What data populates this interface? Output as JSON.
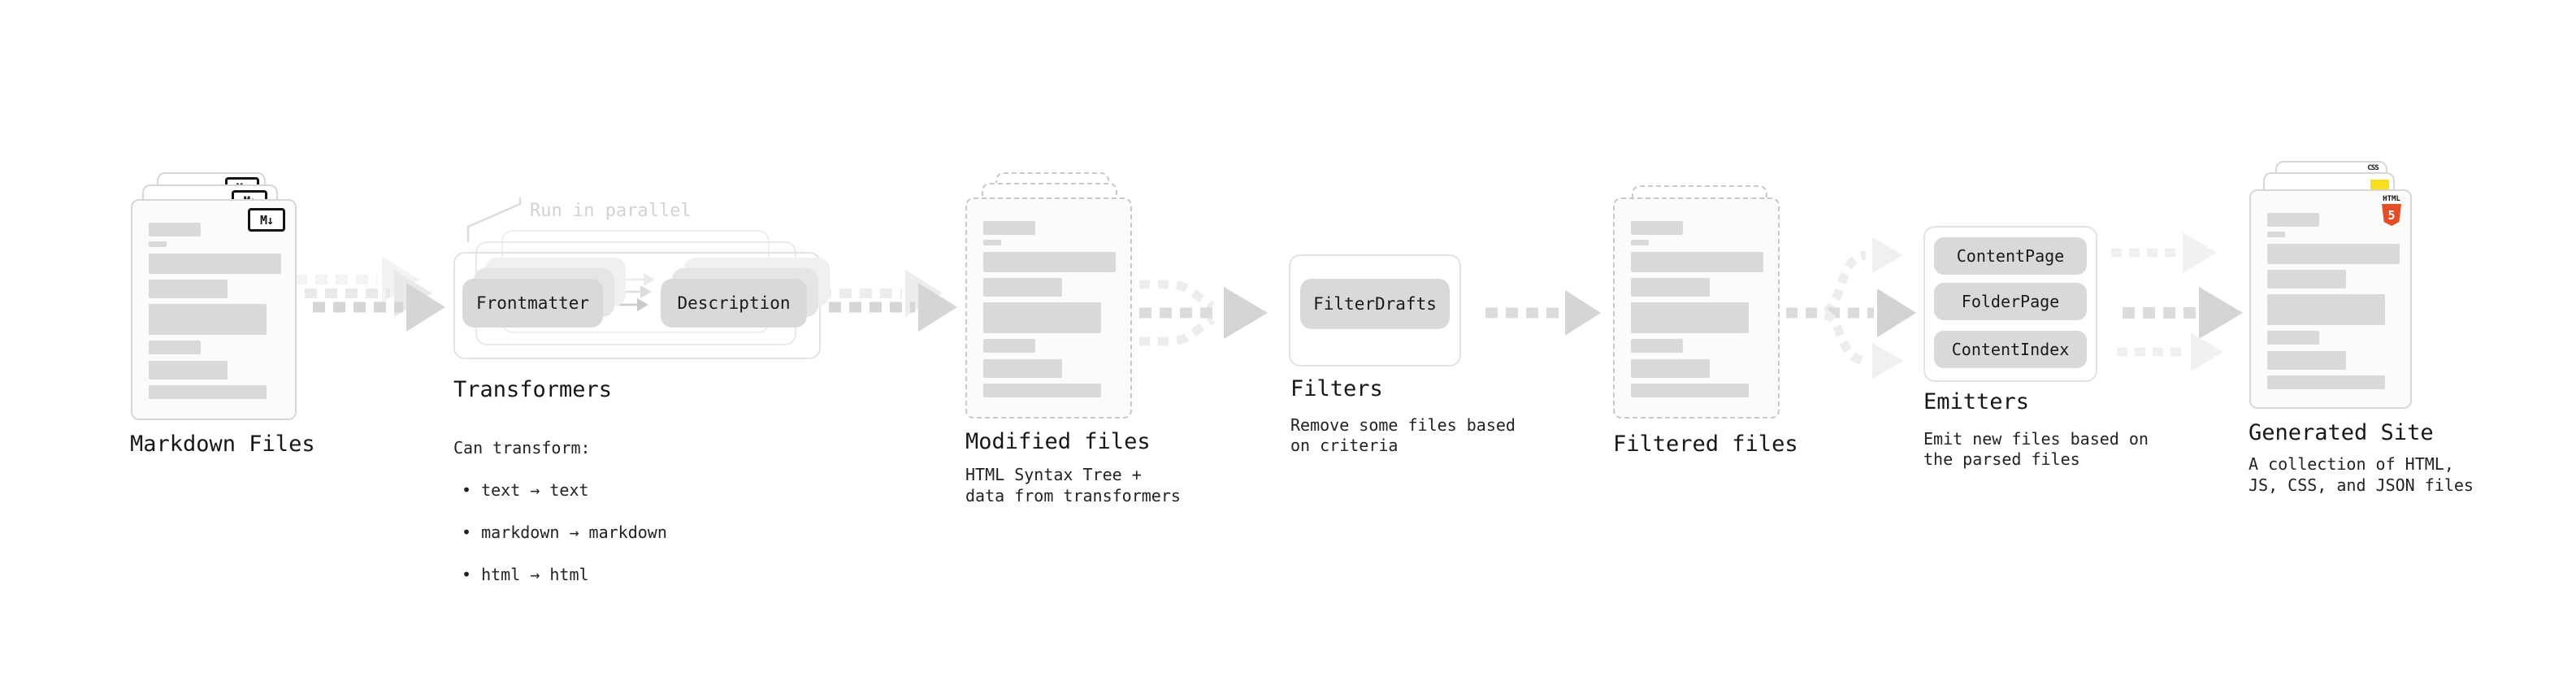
{
  "stages": {
    "markdown_files": {
      "label": "Markdown Files",
      "badge": "M↓"
    },
    "transformers": {
      "label": "Transformers",
      "annotation": "Run in parallel",
      "transformer_input": "Frontmatter",
      "transformer_output": "Description",
      "description_heading": "Can transform:",
      "bullets": [
        "• text → text",
        "• markdown → markdown",
        "• html → html"
      ]
    },
    "modified_files": {
      "label": "Modified files",
      "description": "HTML Syntax Tree +\ndata from transformers"
    },
    "filters": {
      "label": "Filters",
      "filter_name": "FilterDrafts",
      "description": "Remove some files based\non criteria"
    },
    "filtered_files": {
      "label": "Filtered files"
    },
    "emitters": {
      "label": "Emitters",
      "emitter_names": [
        "ContentPage",
        "FolderPage",
        "ContentIndex"
      ],
      "description": "Emit new files based on\nthe parsed files"
    },
    "generated_site": {
      "label": "Generated Site",
      "description": "A collection of HTML,\nJS, CSS, and JSON files",
      "file_badges": {
        "css_label": "CSS",
        "html_label": "HTML",
        "html_version": "5"
      }
    }
  },
  "colors": {
    "bar_gray": "#d9d9d9",
    "arrow_gray": "#d6d6d6",
    "ghost_arrow_gray": "#efefef",
    "annotation_gray": "#d2d2d2",
    "html5_orange": "#e54d26",
    "js_yellow": "#f7df1e",
    "css_blue": "#2965f1"
  }
}
